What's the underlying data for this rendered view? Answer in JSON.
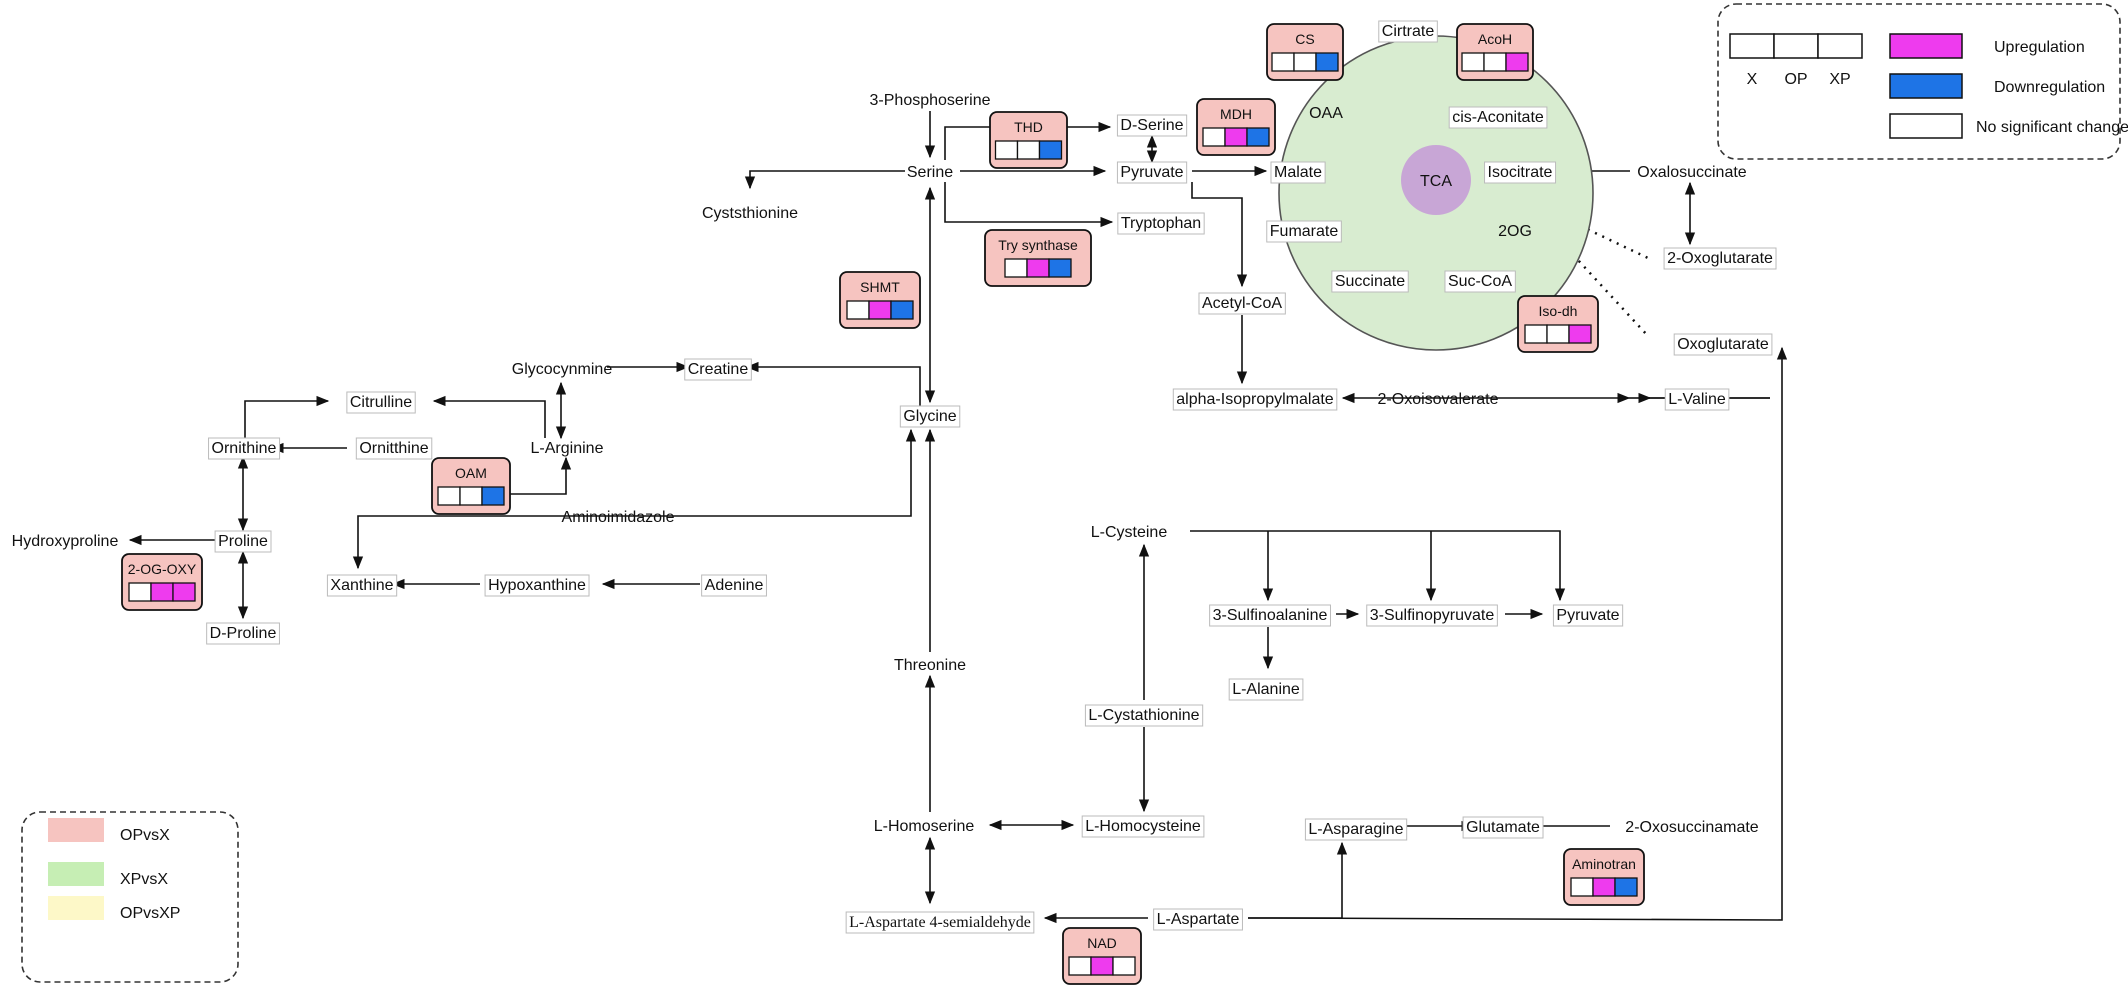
{
  "metabolites": [
    {
      "id": "phosphoserine",
      "label": "3-Phosphoserine"
    },
    {
      "id": "serine",
      "label": "Serine"
    },
    {
      "id": "cyststhionine",
      "label": "Cyststhionine"
    },
    {
      "id": "d_serine",
      "label": "D-Serine"
    },
    {
      "id": "pyruvate_top",
      "label": "Pyruvate"
    },
    {
      "id": "tryptophan",
      "label": "Tryptophan"
    },
    {
      "id": "glycocynmine",
      "label": "Glycocynmine"
    },
    {
      "id": "creatine",
      "label": "Creatine"
    },
    {
      "id": "glycine",
      "label": "Glycine"
    },
    {
      "id": "citrulline",
      "label": "Citrulline"
    },
    {
      "id": "ornithine",
      "label": "Ornithine"
    },
    {
      "id": "ornitthine",
      "label": "Ornitthine"
    },
    {
      "id": "l_arginine",
      "label": "L-Arginine"
    },
    {
      "id": "aminoimidazole",
      "label": "Aminoimidazole"
    },
    {
      "id": "hydroxyproline",
      "label": "Hydroxyproline"
    },
    {
      "id": "proline",
      "label": "Proline"
    },
    {
      "id": "xanthine",
      "label": "Xanthine"
    },
    {
      "id": "hypoxanthine",
      "label": "Hypoxanthine"
    },
    {
      "id": "adenine",
      "label": "Adenine"
    },
    {
      "id": "d_proline",
      "label": "D-Proline"
    },
    {
      "id": "acetyl_coa",
      "label": "Acetyl-CoA"
    },
    {
      "id": "alpha_ipm",
      "label": "alpha-Isopropylmalate"
    },
    {
      "id": "oxoisovalerate",
      "label": "2-Oxoisovalerate"
    },
    {
      "id": "l_valine",
      "label": "L-Valine"
    },
    {
      "id": "oxalosuccinate",
      "label": "Oxalosuccinate"
    },
    {
      "id": "oxoglutarate_2",
      "label": "2-Oxoglutarate"
    },
    {
      "id": "oxoglutarate",
      "label": "Oxoglutarate"
    },
    {
      "id": "l_cysteine",
      "label": "L-Cysteine"
    },
    {
      "id": "sulfinoalanine",
      "label": "3-Sulfinoalanine"
    },
    {
      "id": "sulfinopyruvate",
      "label": "3-Sulfinopyruvate"
    },
    {
      "id": "pyruvate_bottom",
      "label": "Pyruvate"
    },
    {
      "id": "l_alanine",
      "label": "L-Alanine"
    },
    {
      "id": "threonine",
      "label": "Threonine"
    },
    {
      "id": "l_cystathionine",
      "label": "L-Cystathionine"
    },
    {
      "id": "l_homoserine",
      "label": "L-Homoserine"
    },
    {
      "id": "l_homocysteine",
      "label": "L-Homocysteine"
    },
    {
      "id": "l_asparagine",
      "label": "L-Asparagine"
    },
    {
      "id": "glutamate",
      "label": "Glutamate"
    },
    {
      "id": "oxosuccinamate",
      "label": "2-Oxosuccinamate"
    },
    {
      "id": "l_aspartate",
      "label": "L-Aspartate"
    },
    {
      "id": "l_asp_semialdehyde",
      "label": "L-Aspartate 4-semialdehyde"
    }
  ],
  "tca": {
    "center_label": "TCA",
    "members": [
      {
        "id": "citrate",
        "label": "Cirtrate"
      },
      {
        "id": "cis_aconitate",
        "label": "cis-Aconitate"
      },
      {
        "id": "oaa",
        "label": "OAA"
      },
      {
        "id": "malate",
        "label": "Malate"
      },
      {
        "id": "isocitrate",
        "label": "Isocitrate"
      },
      {
        "id": "fumarate",
        "label": "Fumarate"
      },
      {
        "id": "og2",
        "label": "2OG"
      },
      {
        "id": "succinate",
        "label": "Succinate"
      },
      {
        "id": "suc_coa",
        "label": "Suc-CoA"
      }
    ]
  },
  "enzymes": [
    {
      "id": "cs",
      "label": "CS",
      "states": [
        "none",
        "none",
        "down"
      ]
    },
    {
      "id": "acoh",
      "label": "AcoH",
      "states": [
        "none",
        "none",
        "up"
      ]
    },
    {
      "id": "thd",
      "label": "THD",
      "states": [
        "none",
        "none",
        "down"
      ]
    },
    {
      "id": "mdh",
      "label": "MDH",
      "states": [
        "none",
        "up",
        "down"
      ]
    },
    {
      "id": "try_synthase",
      "label": "Try synthase",
      "states": [
        "none",
        "up",
        "down"
      ]
    },
    {
      "id": "shmt",
      "label": "SHMT",
      "states": [
        "none",
        "up",
        "down"
      ]
    },
    {
      "id": "iso_dh",
      "label": "Iso-dh",
      "states": [
        "none",
        "none",
        "up"
      ]
    },
    {
      "id": "oam",
      "label": "OAM",
      "states": [
        "none",
        "none",
        "down"
      ]
    },
    {
      "id": "og_oxy",
      "label": "2-OG-OXY",
      "states": [
        "none",
        "up",
        "up"
      ]
    },
    {
      "id": "aminotran",
      "label": "Aminotran",
      "states": [
        "none",
        "up",
        "down"
      ]
    },
    {
      "id": "nad",
      "label": "NAD",
      "states": [
        "none",
        "up",
        "none"
      ]
    }
  ],
  "legend_regulation": {
    "column_labels": [
      "X",
      "OP",
      "XP"
    ],
    "items": [
      {
        "label": "Upregulation",
        "color": "#ee3bee"
      },
      {
        "label": "Downregulation",
        "color": "#1e74e6"
      },
      {
        "label": "No significant change",
        "color": "#ffffff"
      }
    ]
  },
  "legend_comparison": {
    "items": [
      {
        "label": "OPvsX",
        "color": "#f6c4c0"
      },
      {
        "label": "XPvsX",
        "color": "#c6eeb4"
      },
      {
        "label": "OPvsXP",
        "color": "#fdf8c8"
      }
    ]
  },
  "colors": {
    "up": "#ee3bee",
    "down": "#1e74e6",
    "none": "#ffffff",
    "enzyme_fill": "#f6c4c0",
    "tca_fill": "#d8ecd0",
    "tca_center": "#c8a6d6"
  }
}
